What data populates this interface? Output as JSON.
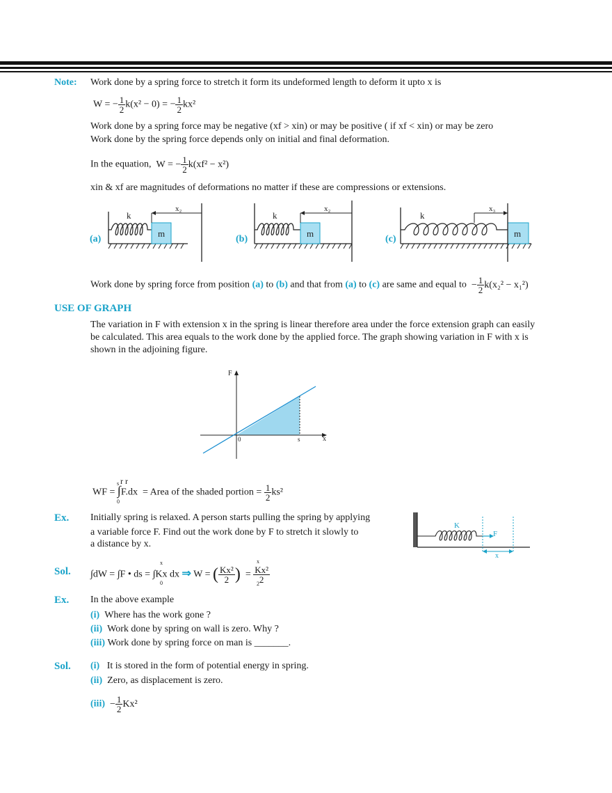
{
  "header_rules": "",
  "note": {
    "label": "Note:",
    "line1": "Work done by a spring force to stretch it form its undeformed length to deform it upto x is",
    "eq1": {
      "lhs": "W = −",
      "num": "1",
      "den": "2",
      "mid": "k(x² − 0) = −",
      "tail": "kx²"
    },
    "line2": "Work done by a spring force may be negative (xf > xin) or may be positive  ( if xf < xin) or may be zero",
    "line3": "Work done by the spring force depends only on initial and final deformation.",
    "line4_prefix": "In the equation,",
    "eq2": {
      "lhs": "W = −",
      "num": "1",
      "den": "2",
      "tail": "k(xf² − x²)"
    },
    "line5": "xin & xf are magnitudes of deformations no matter if these are compressions or extensions."
  },
  "figures": {
    "a": {
      "tag": "(a)",
      "k": "k",
      "m": "m",
      "x": "x₂"
    },
    "b": {
      "tag": "(b)",
      "k": "k",
      "m": "m",
      "x": "x₂"
    },
    "c": {
      "tag": "(c)",
      "k": "k",
      "m": "m",
      "x": "x₃"
    }
  },
  "work_line": {
    "p1": "Work done by spring force from position",
    "a1": "(a)",
    "to1": "to",
    "b1": "(b)",
    "p2": "and that from",
    "a2": "(a)",
    "to2": "to",
    "c1": "(c)",
    "p3": "are same and equal to",
    "eq": {
      "lhs": "−",
      "num": "1",
      "den": "2",
      "tail": "k(x₂² − x₁²)"
    }
  },
  "graph_section": {
    "heading": "USE OF GRAPH",
    "para": "The variation in F with extension x in the spring is linear therefore area under the force extension graph can easily be calculated. This area equals to the work done by the applied force. The graph showing variation in F with x is shown in the adjoining figure.",
    "graph": {
      "f_label": "F",
      "x_label": "x",
      "origin": "0",
      "s_label": "s",
      "fill_color": "#9fd8ef",
      "line_color": "#1b8fd1"
    },
    "eq": {
      "lhs": "WF =",
      "integral": "∫",
      "upper": "s",
      "lower": "0",
      "vec": "r   r",
      "body": "F.dx",
      "mid": "= Area of the shaded portion =",
      "num": "1",
      "den": "2",
      "tail": "ks²"
    }
  },
  "ex1": {
    "label": "Ex.",
    "text1": "Initially spring is relaxed. A person starts pulling the spring by applying",
    "text2": "a variable force F. Find out the work done by F to stretch it slowly to",
    "text3": "a distance by x.",
    "fig": {
      "k": "K",
      "f": "F",
      "x": "x"
    }
  },
  "sol1": {
    "label": "Sol.",
    "eq_a": "∫dW = ∫F • ds =",
    "int_upper": "x",
    "int_lower": "0",
    "eq_b": "∫Kx dx",
    "arrow": "⇒",
    "eq_c": "W =",
    "num1": "Kx²",
    "den1": "2",
    "lim_upper": "x",
    "lim_lower": "2",
    "eq_d": "=",
    "num2": "Kx²",
    "den2": "2"
  },
  "ex2": {
    "label": "Ex.",
    "intro": "In the above example",
    "items": [
      {
        "tag": "(i)",
        "text": "Where has the work gone ?"
      },
      {
        "tag": "(ii)",
        "text": "Work done by spring on wall is zero. Why ?"
      },
      {
        "tag": "(iii)",
        "text": "Work done by spring force on man is _______."
      }
    ]
  },
  "sol2": {
    "label": "Sol.",
    "items": [
      {
        "tag": "(i)",
        "text": "It is stored in the form of potential energy in spring."
      },
      {
        "tag": "(ii)",
        "text": "Zero, as displacement is zero."
      }
    ],
    "item3": {
      "tag": "(iii)",
      "lhs": "−",
      "num": "1",
      "den": "2",
      "tail": "Kx²"
    }
  },
  "colors": {
    "accent": "#1aa3c9",
    "box": "#a9dff2"
  }
}
